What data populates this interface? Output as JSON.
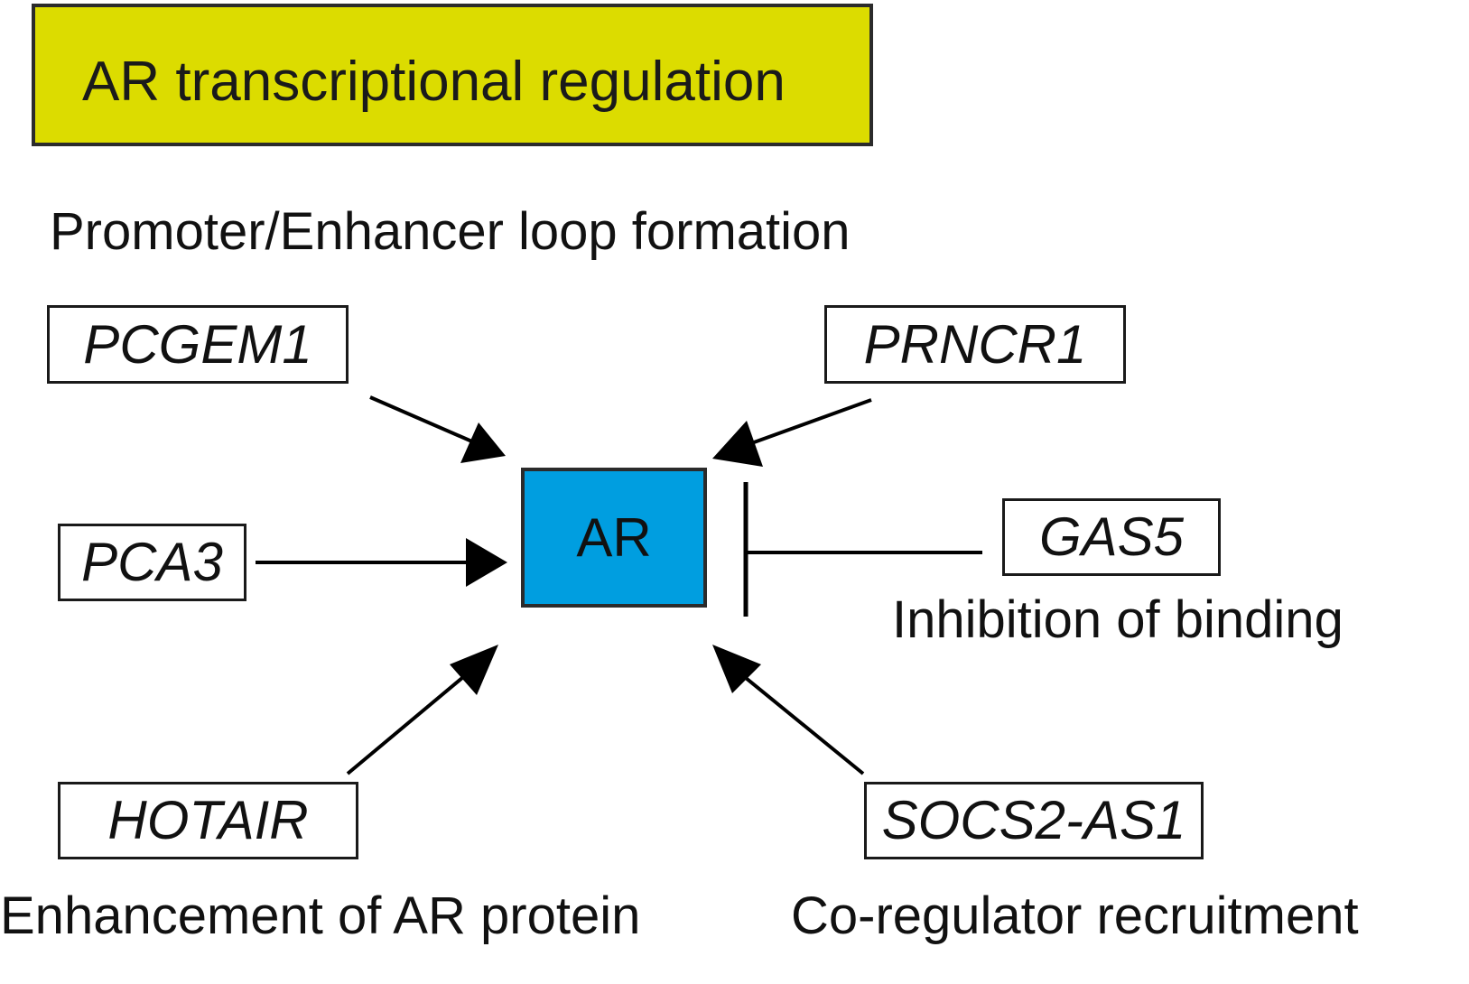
{
  "title": "AR transcriptional regulation",
  "center_node": "AR",
  "labels": {
    "promoter": "Promoter/Enhancer loop formation",
    "inhibition": "Inhibition of binding",
    "enhancement": "Enhancement of AR protein",
    "coregulator": "Co-regulator recruitment"
  },
  "genes": {
    "pcgem1": "PCGEM1",
    "prncr1": "PRNCR1",
    "pca3": "PCA3",
    "gas5": "GAS5",
    "hotair": "HOTAIR",
    "socs2_as1": "SOCS2-AS1"
  },
  "colors": {
    "title_fill": "#dcdc00",
    "center_fill": "#009ee0",
    "line": "#000000"
  }
}
